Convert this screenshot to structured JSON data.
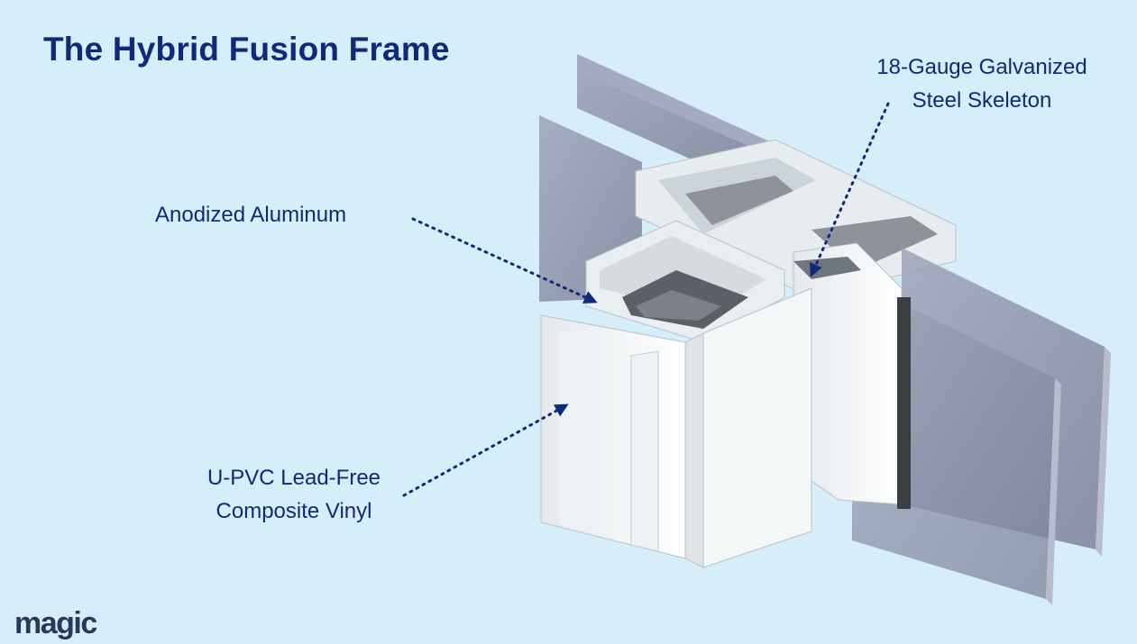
{
  "title": "The Hybrid Fusion Frame",
  "callouts": {
    "steel": {
      "line1": "18-Gauge Galvanized",
      "line2": "Steel Skeleton"
    },
    "aluminum": {
      "line1": "Anodized Aluminum"
    },
    "vinyl": {
      "line1": "U-PVC Lead-Free",
      "line2": "Composite Vinyl"
    }
  },
  "logo": "magic",
  "colors": {
    "background": "#d6eef9",
    "text": "#0e2a7a",
    "glass": "#8a8fa8",
    "vinyl": "#f2f5f6",
    "aluminum": "#555a60"
  }
}
